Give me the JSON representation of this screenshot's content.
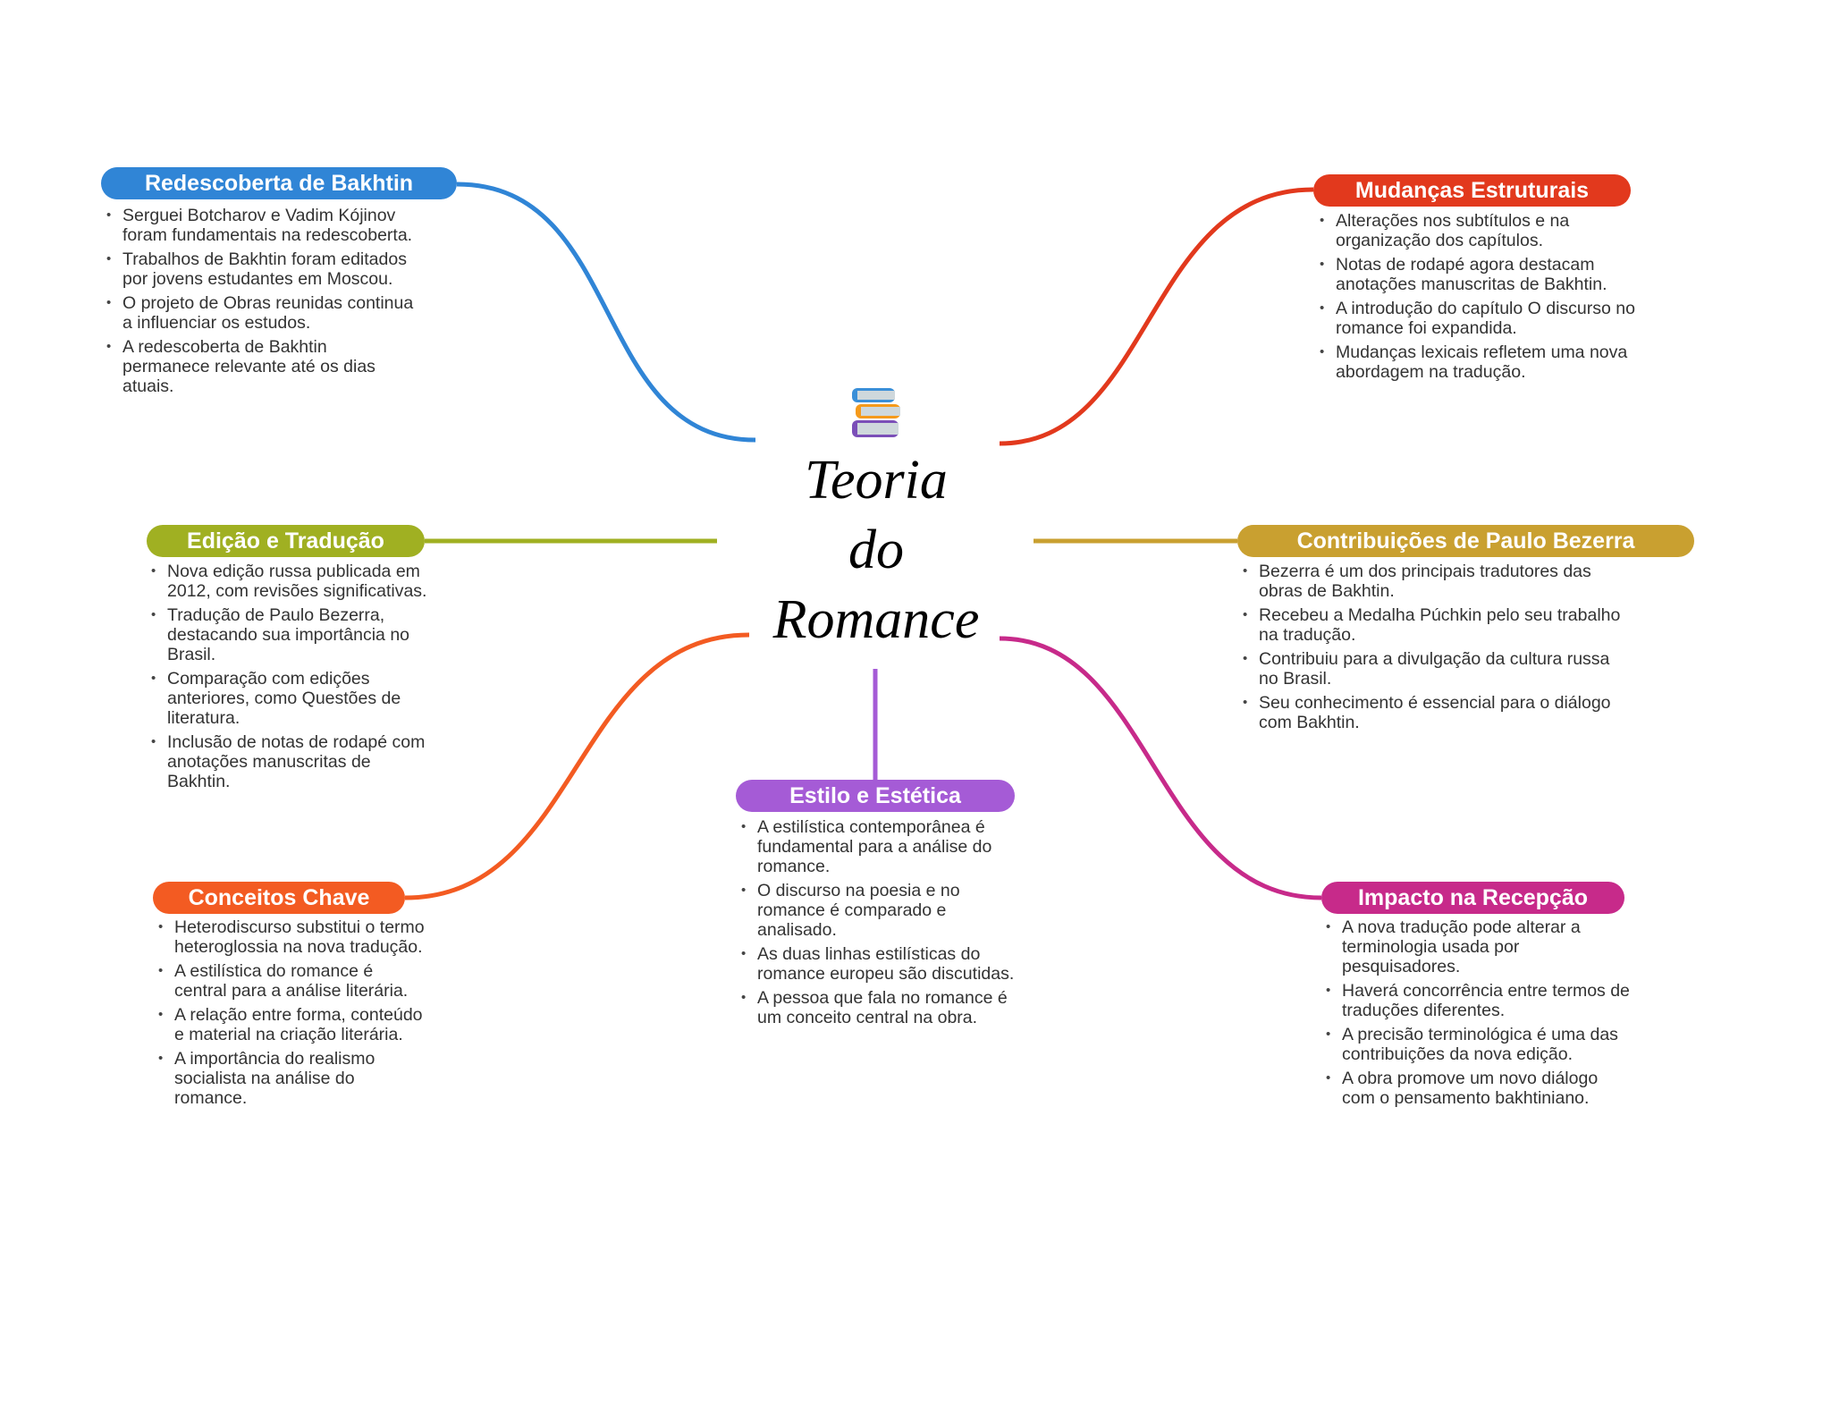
{
  "central": {
    "icon": "books-icon",
    "title_lines": [
      "Teoria",
      "do",
      "Romance"
    ]
  },
  "topics": [
    {
      "key": "redescoberta",
      "title": "Redescoberta de Bakhtin",
      "color": "#3085d6",
      "items": [
        "Serguei Botcharov e Vadim Kójinov foram fundamentais na redescoberta.",
        "Trabalhos de Bakhtin foram editados por jovens estudantes em Moscou.",
        "O projeto de Obras reunidas continua a influenciar os estudos.",
        "A redescoberta de Bakhtin permanece relevante até os dias atuais."
      ]
    },
    {
      "key": "mudancas",
      "title": "Mudanças Estruturais",
      "color": "#e2391d",
      "items": [
        "Alterações nos subtítulos e na organização dos capítulos.",
        "Notas de rodapé agora destacam anotações manuscritas de Bakhtin.",
        "A introdução do capítulo O discurso no romance foi expandida.",
        "Mudanças lexicais refletem uma nova abordagem na tradução."
      ]
    },
    {
      "key": "edicao",
      "title": "Edição e Tradução",
      "color": "#a0b022",
      "items": [
        "Nova edição russa publicada em 2012, com revisões significativas.",
        "Tradução de Paulo Bezerra, destacando sua importância no Brasil.",
        "Comparação com edições anteriores, como Questões de literatura.",
        "Inclusão de notas de rodapé com anotações manuscritas de Bakhtin."
      ]
    },
    {
      "key": "contribuicoes",
      "title": "Contribuições de Paulo Bezerra",
      "color": "#c9a030",
      "items": [
        "Bezerra é um dos principais tradutores das obras de Bakhtin.",
        "Recebeu a Medalha Púchkin pelo seu trabalho na tradução.",
        "Contribuiu para a divulgação da cultura russa no Brasil.",
        "Seu conhecimento é essencial para o diálogo com Bakhtin."
      ]
    },
    {
      "key": "conceitos",
      "title": "Conceitos Chave",
      "color": "#f35b22",
      "items": [
        "Heterodiscurso substitui o termo heteroglossia na nova tradução.",
        "A estilística do romance é central para a análise literária.",
        "A relação entre forma, conteúdo e material na criação literária.",
        "A importância do realismo socialista na análise do romance."
      ]
    },
    {
      "key": "estilo",
      "title": "Estilo e Estética",
      "color": "#a55bd6",
      "items": [
        "A estilística contemporânea é fundamental para a análise do romance.",
        "O discurso na poesia e no romance é comparado e analisado.",
        "As duas linhas estilísticas do romance europeu são discutidas.",
        "A pessoa que fala no romance é um conceito central na obra."
      ]
    },
    {
      "key": "impacto",
      "title": "Impacto na Recepção",
      "color": "#c72a8a",
      "items": [
        "A nova tradução pode alterar a terminologia usada por pesquisadores.",
        "Haverá concorrência entre termos de traduções diferentes.",
        "A precisão terminológica é uma das contribuições da nova edição.",
        "A obra promove um novo diálogo com o pensamento bakhtiniano."
      ]
    }
  ]
}
